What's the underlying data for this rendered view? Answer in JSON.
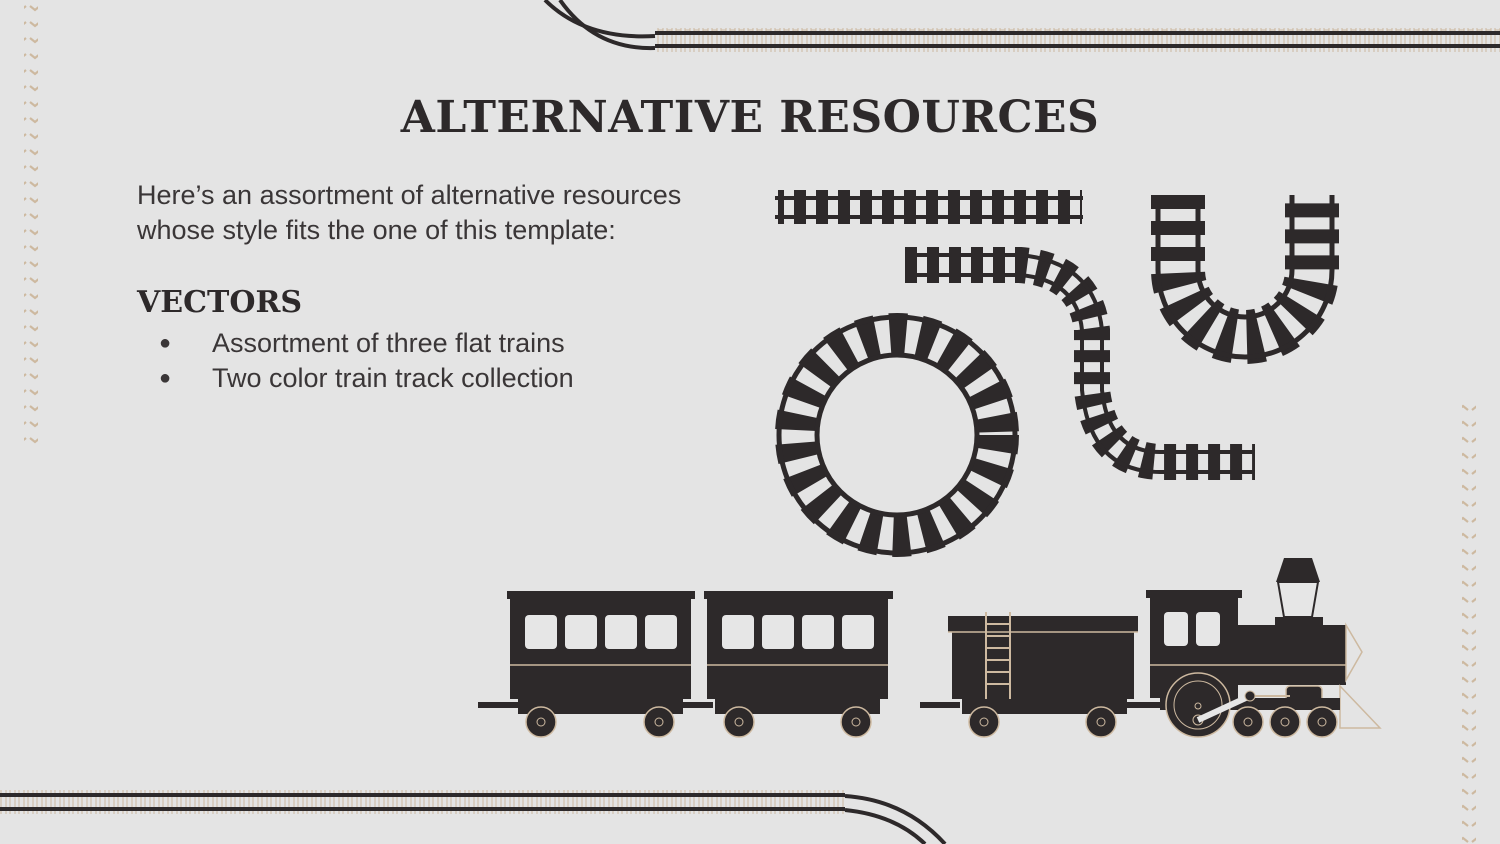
{
  "slide": {
    "title": "ALTERNATIVE RESOURCES",
    "intro": "Here’s an assortment of alternative resources whose style fits the one of this template:",
    "section_title": "VECTORS",
    "bullets": [
      "Assortment of three flat trains",
      "Two color train track collection"
    ]
  },
  "colors": {
    "background": "#e4e4e4",
    "dark": "#2d292a",
    "accent": "#cdb9a0",
    "window": "#e6e6e6"
  },
  "decorations": {
    "border_chevrons": "chevron-pattern",
    "corner_tracks": "railroad-track-icon",
    "illustrations": [
      "straight-track-icon",
      "s-curve-track-icon",
      "u-track-icon",
      "circle-track-icon",
      "passenger-car-icon",
      "tender-car-icon",
      "locomotive-icon"
    ]
  }
}
